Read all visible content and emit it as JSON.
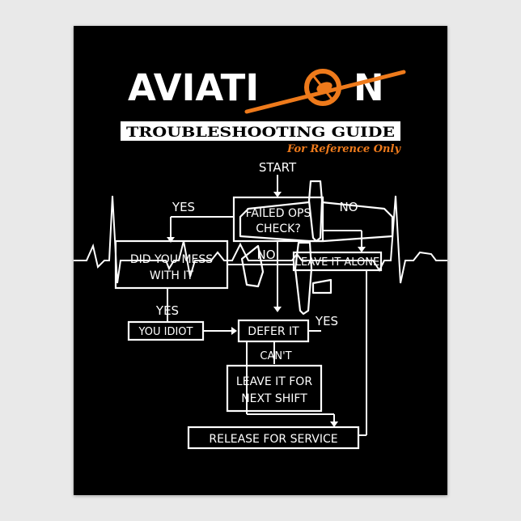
{
  "poster": {
    "title_left": "AVIATI",
    "title_right": "N",
    "subtitle": "TROUBLESHOOTING GUIDE",
    "tagline": "For Reference Only",
    "colors": {
      "background": "#000000",
      "ink": "#ffffff",
      "accent": "#ee7a1b"
    },
    "logo_icon": "propeller-plane-icon",
    "plane_icon": "airplane-silhouette-icon",
    "pulse_icon": "heartbeat-line-icon"
  },
  "flowchart": {
    "start": "START",
    "failed_ops": {
      "line1": "FAILED OPS",
      "line2": "CHECK?"
    },
    "yes_top": "YES",
    "no_top": "NO",
    "mess": {
      "line1": "DID YOU MESS",
      "line2": "WITH IT"
    },
    "no_mid": "NO",
    "leave_alone": "LEAVE IT ALONE",
    "yes_left": "YES",
    "you_idiot": "YOU IDIOT",
    "defer": "DEFER IT",
    "yes_right": "YES",
    "cant": "CAN'T",
    "leave_next": {
      "line1": "LEAVE IT FOR",
      "line2": "NEXT SHIFT"
    },
    "release": "RELEASE FOR SERVICE"
  }
}
